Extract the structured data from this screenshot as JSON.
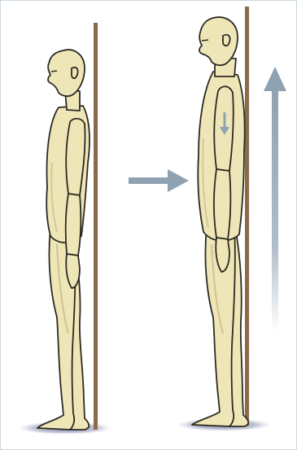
{
  "illustration": {
    "subject": "posture-comparison",
    "figures": [
      {
        "name": "slouched-posture-figure"
      },
      {
        "name": "upright-posture-figure"
      }
    ],
    "colors": {
      "skin": "#efe6b8",
      "skin_shade": "#ddd29c",
      "outline": "#2c2a22",
      "wall": "#8a6a4a",
      "arrow": "#8fa2b2",
      "shadow": "#5a5f86",
      "border": "#c9d6df"
    },
    "icons": [
      "right-arrow-icon",
      "up-arrow-icon",
      "down-arrow-icon"
    ]
  }
}
